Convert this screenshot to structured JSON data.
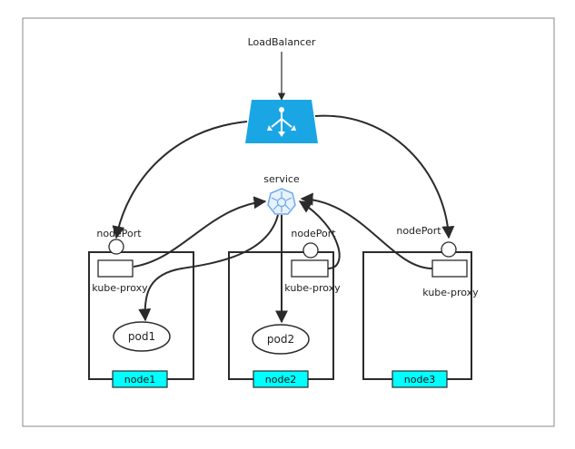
{
  "load_balancer": {
    "label": "LoadBalancer",
    "icon": "load-balancer-icon"
  },
  "service": {
    "label": "service",
    "icon": "kubernetes-service-icon"
  },
  "nodes": [
    {
      "name": "node1",
      "node_port": "nodePort",
      "proxy": "kube-proxy",
      "pod": "pod1"
    },
    {
      "name": "node2",
      "node_port": "nodePort",
      "proxy": "kube-proxy",
      "pod": "pod2"
    },
    {
      "name": "node3",
      "node_port": "nodePort",
      "proxy": "kube-proxy"
    }
  ],
  "colors": {
    "load_balancer": "#1aa6e4",
    "node_label": "#00ffff",
    "arrow": "#2b2b2b",
    "service_icon": "#6aa8f0"
  }
}
